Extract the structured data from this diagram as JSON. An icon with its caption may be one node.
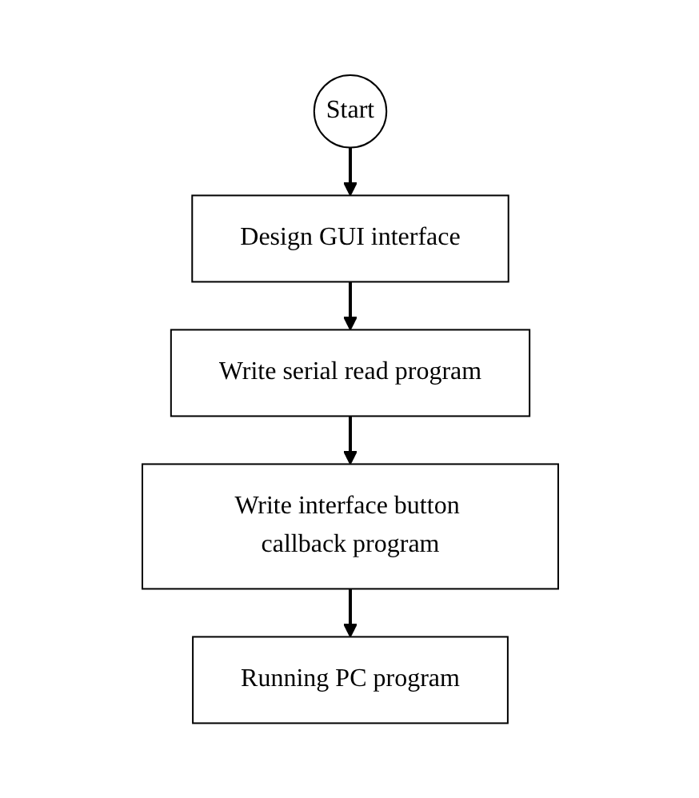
{
  "diagram": {
    "nodes": [
      {
        "text": [
          "Start"
        ]
      },
      {
        "text": [
          "Design GUI interface"
        ]
      },
      {
        "text": [
          "Write serial read program"
        ]
      },
      {
        "text": [
          "Write interface button callback program"
        ]
      },
      {
        "text": [
          "Running PC program"
        ]
      }
    ],
    "edges": [
      {
        "from": 0,
        "to": 1,
        "arrow": "to"
      },
      {
        "from": 1,
        "to": 2,
        "arrow": "to"
      },
      {
        "from": 2,
        "to": 3,
        "arrow": "to"
      },
      {
        "from": 3,
        "to": 4,
        "arrow": "to"
      }
    ]
  }
}
